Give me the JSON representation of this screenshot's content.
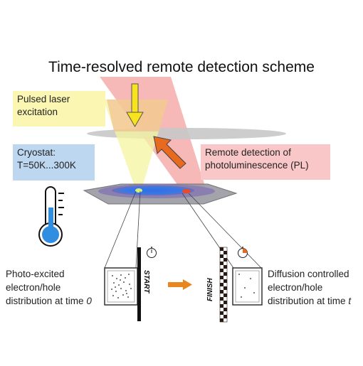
{
  "title": "Time-resolved remote detection scheme",
  "labels": {
    "laser": [
      "Pulsed laser",
      "excitation"
    ],
    "cryostat": [
      "Cryostat:",
      "T=50K...300K"
    ],
    "remote_pl": [
      "Remote detection of",
      "photoluminescence (PL)"
    ],
    "left_caption": {
      "lines": [
        "Photo-excited",
        "electron/hole"
      ],
      "last_prefix": "distribution at time ",
      "last_var": "0"
    },
    "right_caption": {
      "lines": [
        "Diffusion controlled",
        "electron/hole"
      ],
      "last_prefix": "distribution at time ",
      "last_var": "t"
    },
    "start": "START",
    "finish": "FINISH"
  },
  "colors": {
    "laser_beam": "#f3f39a",
    "pl_beam": "#f08080",
    "laser_arrow": "#f7e41c",
    "pl_arrow": "#e86a1f",
    "cryostat_box": "#bdd7f1",
    "sample_spot": "#2f6fe0",
    "thermometer": "#2f8ee0"
  }
}
